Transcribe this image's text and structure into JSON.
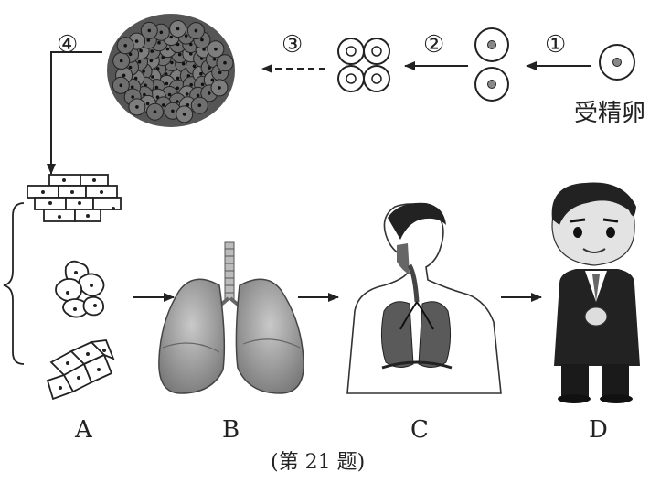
{
  "steps": [
    "①",
    "②",
    "③",
    "④"
  ],
  "zygote_label": "受精卵",
  "panel_labels": [
    "A",
    "B",
    "C",
    "D"
  ],
  "caption": "(第 21 题)"
}
